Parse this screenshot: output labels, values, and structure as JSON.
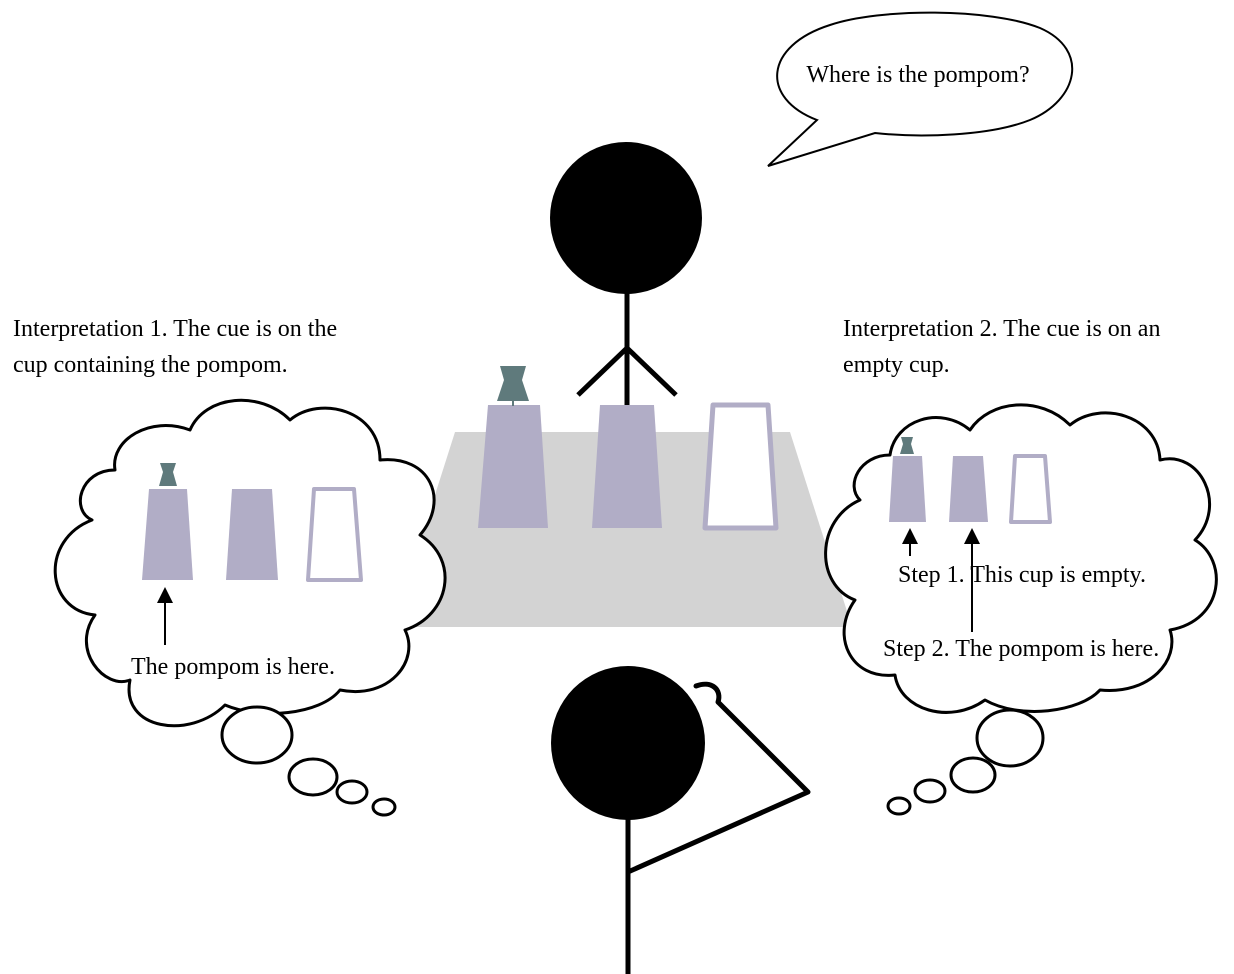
{
  "speech_bubble": {
    "text": "Where is the pompom?"
  },
  "interpretation_1": {
    "line1": "Interpretation 1. The cue is on the",
    "line2": "cup containing the pompom.",
    "label": "The pompom is here."
  },
  "interpretation_2": {
    "line1": "Interpretation 2. The cue is on an",
    "line2": "empty cup.",
    "step1": "Step 1. This cup is empty.",
    "step2": "Step 2. The pompom is here."
  },
  "colors": {
    "cup_fill": "#b1adc6",
    "cup_outline": "#b1adc6",
    "cue_marker": "#5f7a7c",
    "table": "#d3d3d3",
    "figure": "#000000"
  }
}
